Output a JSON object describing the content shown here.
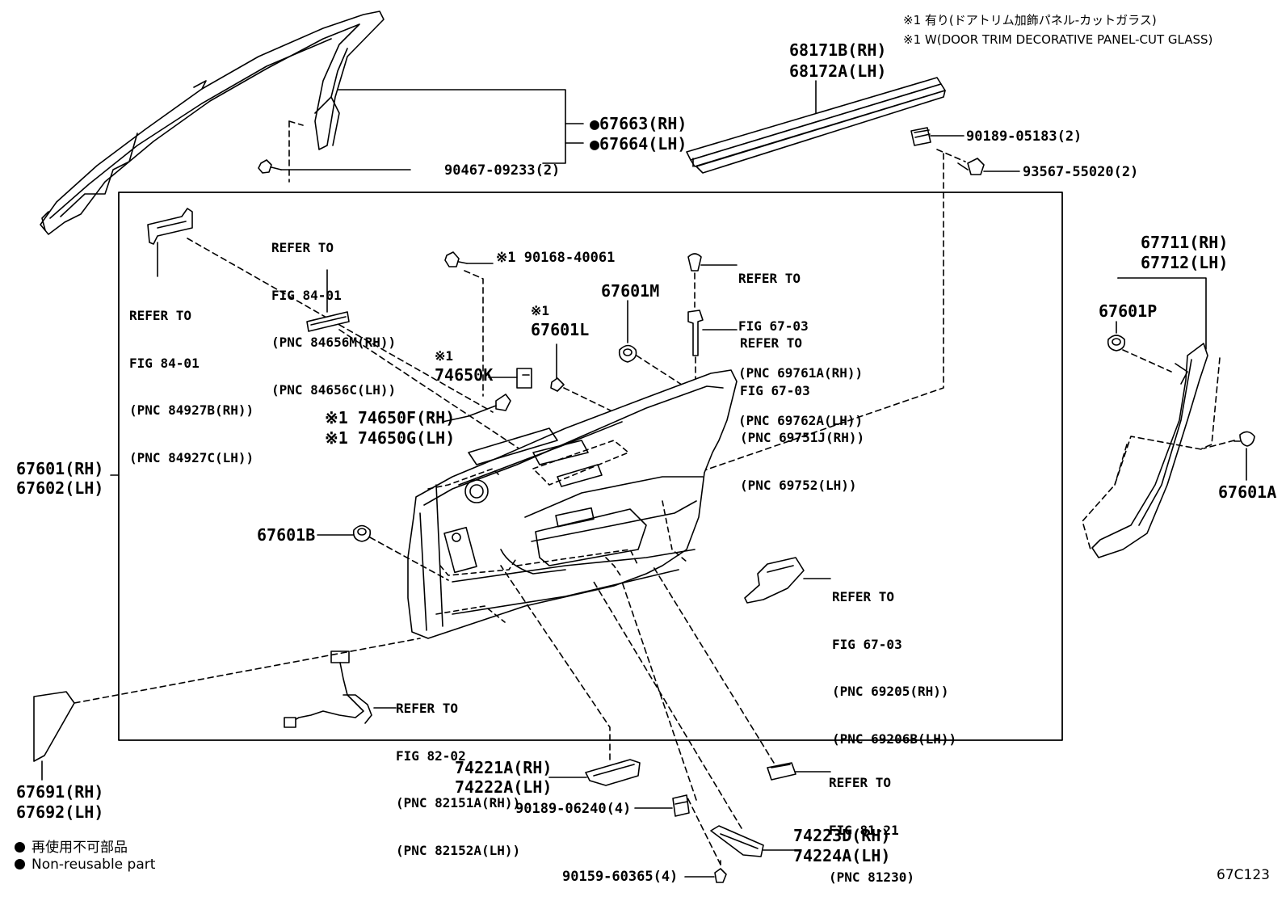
{
  "notes": {
    "note_jp": "※1 有り(ドアトリム加飾パネル-カットガラス)",
    "note_en": "※1 W(DOOR TRIM DECORATIVE PANEL-CUT GLASS)"
  },
  "parts": {
    "p68171": "68171B(RH)",
    "p68172": "68172A(LH)",
    "p67663": "●67663(RH)",
    "p67664": "●67664(LH)",
    "p90467": "90467-09233(2)",
    "p90189a": "90189-05183(2)",
    "p93567": "93567-55020(2)",
    "p90168": "※1 90168-40061",
    "p67601m": "67601M",
    "p67601l_mark": "※1",
    "p67601l": "67601L",
    "p74650k_mark": "※1",
    "p74650k": "74650K",
    "p74650f": "※1 74650F(RH)",
    "p74650g": "※1 74650G(LH)",
    "p67601": "67601(RH)",
    "p67602": "67602(LH)",
    "p67601b": "67601B",
    "p67711": "67711(RH)",
    "p67712": "67712(LH)",
    "p67601p": "67601P",
    "p67601a": "67601A",
    "p67691": "67691(RH)",
    "p67692": "67692(LH)",
    "p74221": "74221A(RH)",
    "p74222": "74222A(LH)",
    "p90189b": "90189-06240(4)",
    "p74223": "74223D(RH)",
    "p74224": "74224A(LH)",
    "p90159": "90159-60365(4)"
  },
  "refs": {
    "r1": [
      "REFER TO",
      "FIG 84-01",
      "(PNC 84656M(RH))",
      "(PNC 84656C(LH))"
    ],
    "r2": [
      "REFER TO",
      "FIG 84-01",
      "(PNC 84927B(RH))",
      "(PNC 84927C(LH))"
    ],
    "r3": [
      "REFER TO",
      "FIG 67-03",
      "(PNC 69761A(RH))",
      "(PNC 69762A(LH))"
    ],
    "r4": [
      "REFER TO",
      "FIG 67-03",
      "(PNC 69751J(RH))",
      "(PNC 69752(LH))"
    ],
    "r5": [
      "REFER TO",
      "FIG 67-03",
      "(PNC 69205(RH))",
      "(PNC 69206B(LH))"
    ],
    "r6": [
      "REFER TO",
      "FIG 82-02",
      "(PNC 82151A(RH))",
      "(PNC 82152A(LH))"
    ],
    "r7": [
      "REFER TO",
      "FIG 81-21",
      "(PNC 81230)"
    ]
  },
  "legend": {
    "jp": "再使用不可部品",
    "en": "Non-reusable part"
  },
  "figure_code": "67C123"
}
